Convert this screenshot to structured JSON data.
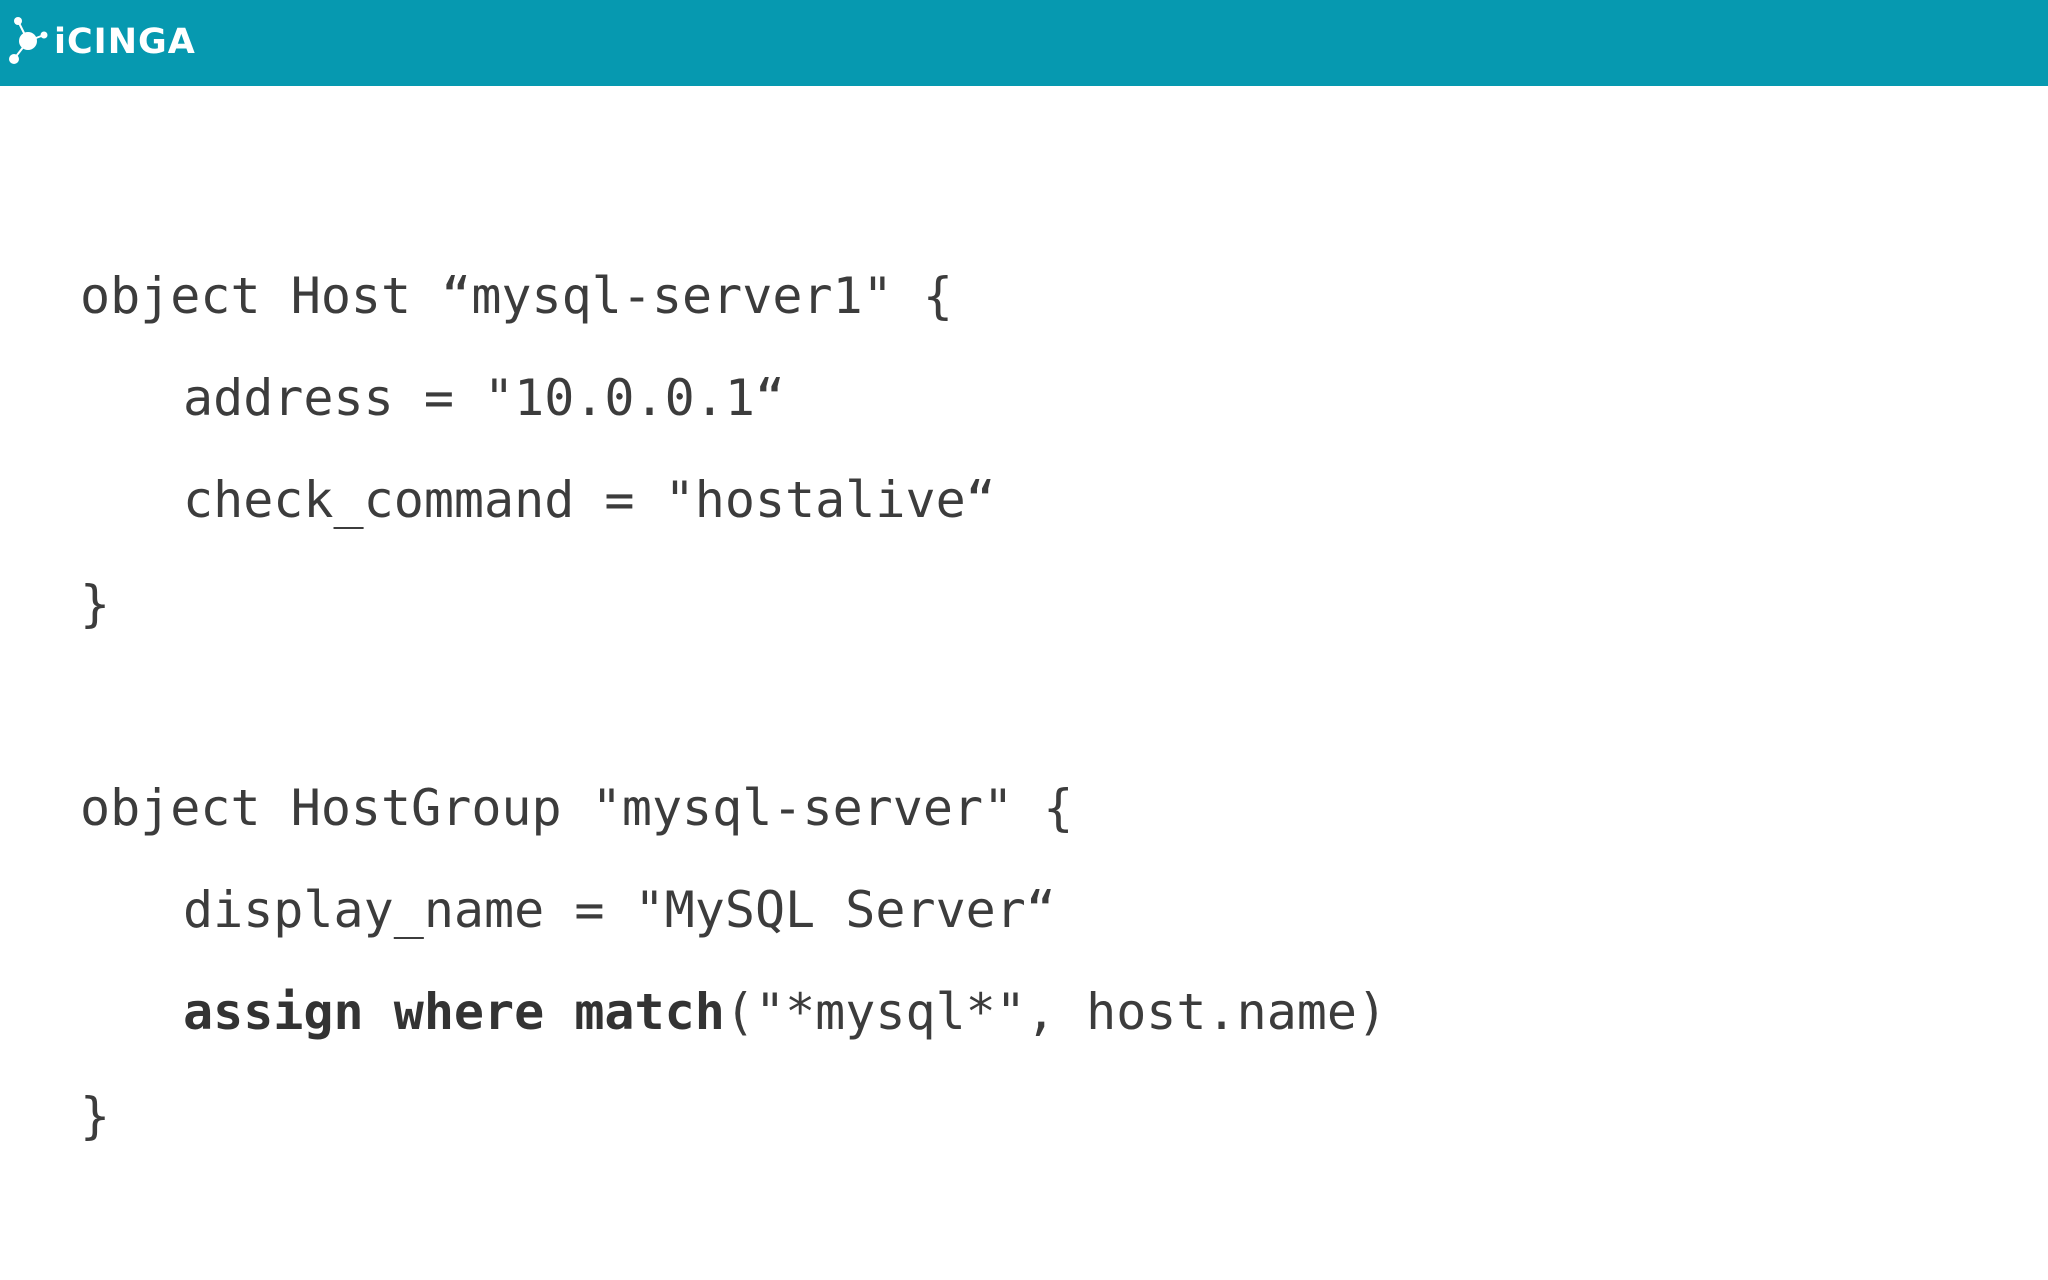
{
  "header": {
    "brand": "iCINGA",
    "color": "#0699b0"
  },
  "code": {
    "host_open": "object Host “mysql-server1\" {",
    "host_address": "address = \"10.0.0.1“",
    "host_check": "check_command = \"hostalive“",
    "host_close": "}",
    "group_open": "object HostGroup \"mysql-server\" {",
    "group_display": "display_name = \"MySQL Server“",
    "assign_keywords": "assign where match",
    "assign_args": "(\"*mysql*\", host.name)",
    "group_close": "}"
  }
}
